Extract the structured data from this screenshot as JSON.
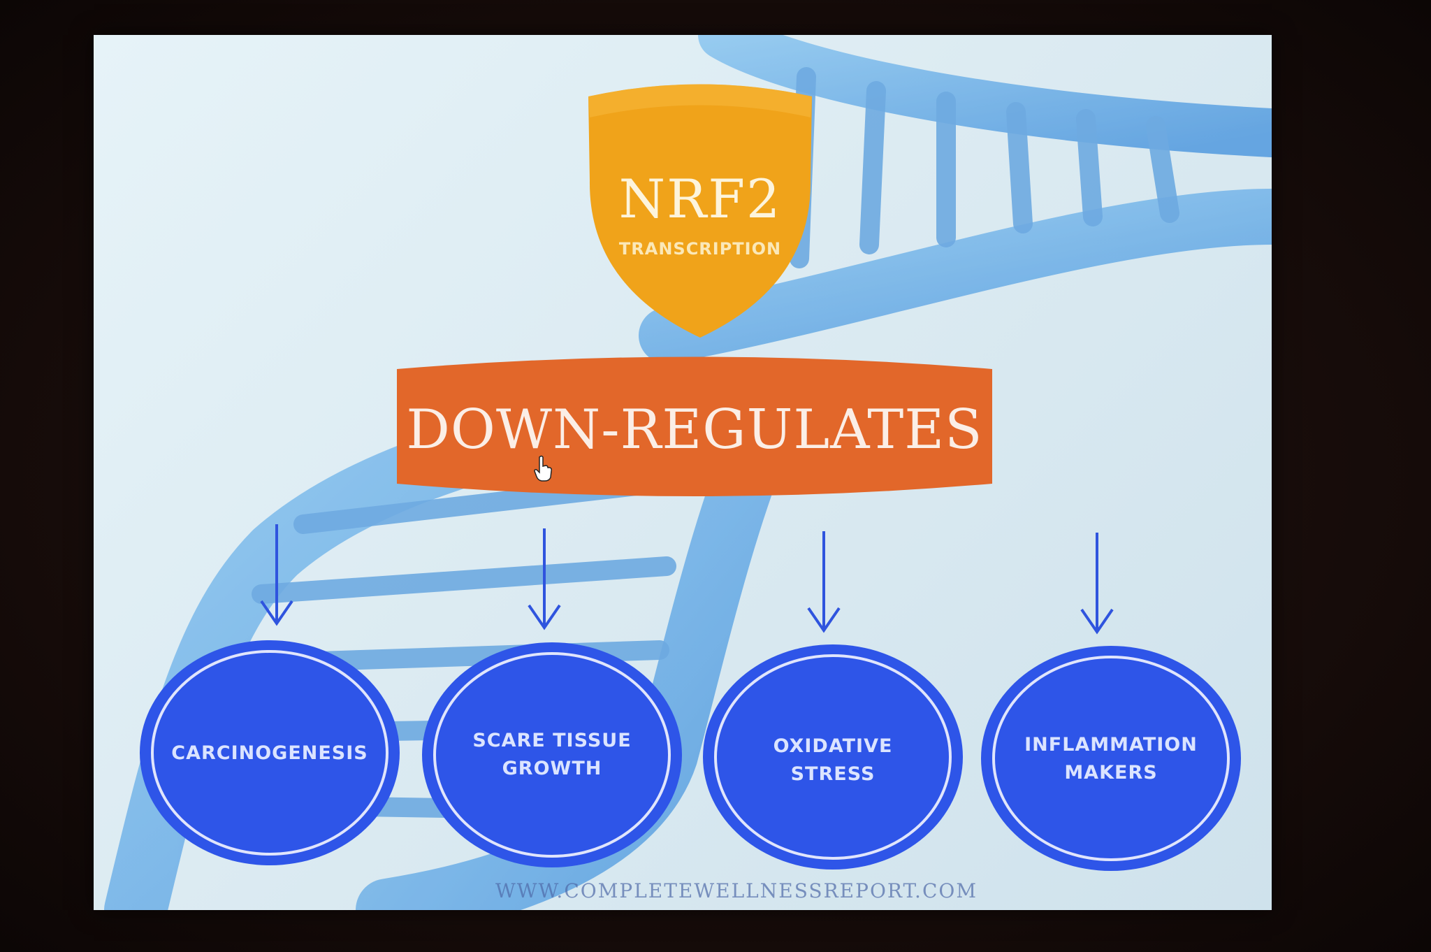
{
  "shield": {
    "title": "NRF2",
    "subtitle": "TRANSCRIPTION"
  },
  "banner": {
    "label": "DOWN-REGULATES"
  },
  "targets": [
    {
      "label": "CARCINOGENESIS"
    },
    {
      "label": "SCARE TISSUE GROWTH"
    },
    {
      "label": "OXIDATIVE STRESS"
    },
    {
      "label": "INFLAMMATION MAKERS"
    }
  ],
  "footer": {
    "url": "WWW.COMPLETEWELLNESSREPORT.COM"
  },
  "colors": {
    "shield": "#f0a31a",
    "banner": "#e2672a",
    "circle_fill": "#2e55e8",
    "circle_ring": "#ffffff",
    "arrow": "#2f54de",
    "dna": "#5aa7e6"
  }
}
